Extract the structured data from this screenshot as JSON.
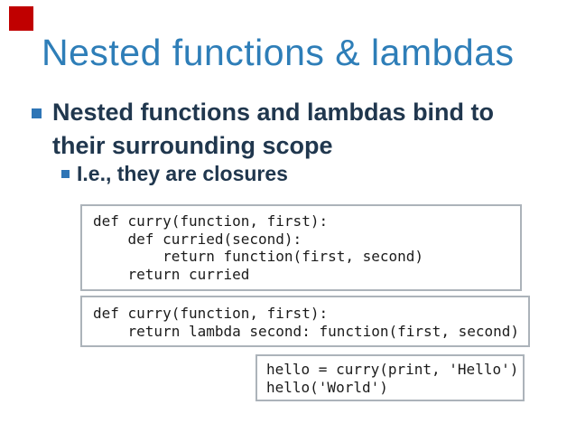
{
  "slide": {
    "title": "Nested functions & lambdas",
    "bullets": {
      "main": "Nested functions and lambdas bind to their surrounding scope",
      "sub": "I.e., they are closures"
    },
    "code_blocks": [
      {
        "code": "def curry(function, first):\n    def curried(second):\n        return function(first, second)\n    return curried"
      },
      {
        "code": "def curry(function, first):\n    return lambda second: function(first, second)"
      },
      {
        "code": "hello = curry(print, 'Hello')\nhello('World')"
      }
    ],
    "colors": {
      "title_blue": "#2E7EB8",
      "body_navy": "#20374E",
      "bullet_blue": "#2E75B6",
      "accent_red": "#C00000",
      "code_border": "#ACB3BA",
      "code_text": "#1B1B1B"
    }
  }
}
